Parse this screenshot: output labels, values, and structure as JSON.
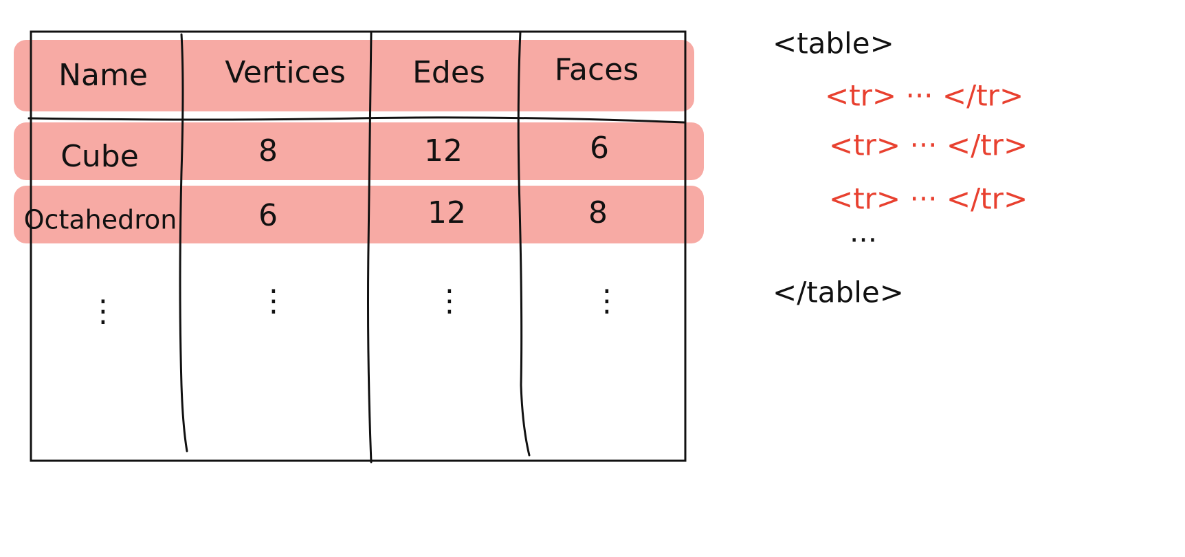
{
  "table": {
    "columns": [
      "Name",
      "Vertices",
      "Edes",
      "Faces"
    ],
    "rows": [
      [
        "Cube",
        "8",
        "12",
        "6"
      ],
      [
        "Octahedron",
        "6",
        "12",
        "8"
      ]
    ],
    "continuation": "⋮"
  },
  "code": {
    "open_tag": "<table>",
    "row_line": "<tr> ··· </tr>",
    "row_lines_count": 3,
    "ellipsis": "···",
    "close_tag": "</table>"
  },
  "colors": {
    "highlight": "#f7aaa4",
    "ink": "#111111",
    "accent_red": "#e8402f"
  }
}
